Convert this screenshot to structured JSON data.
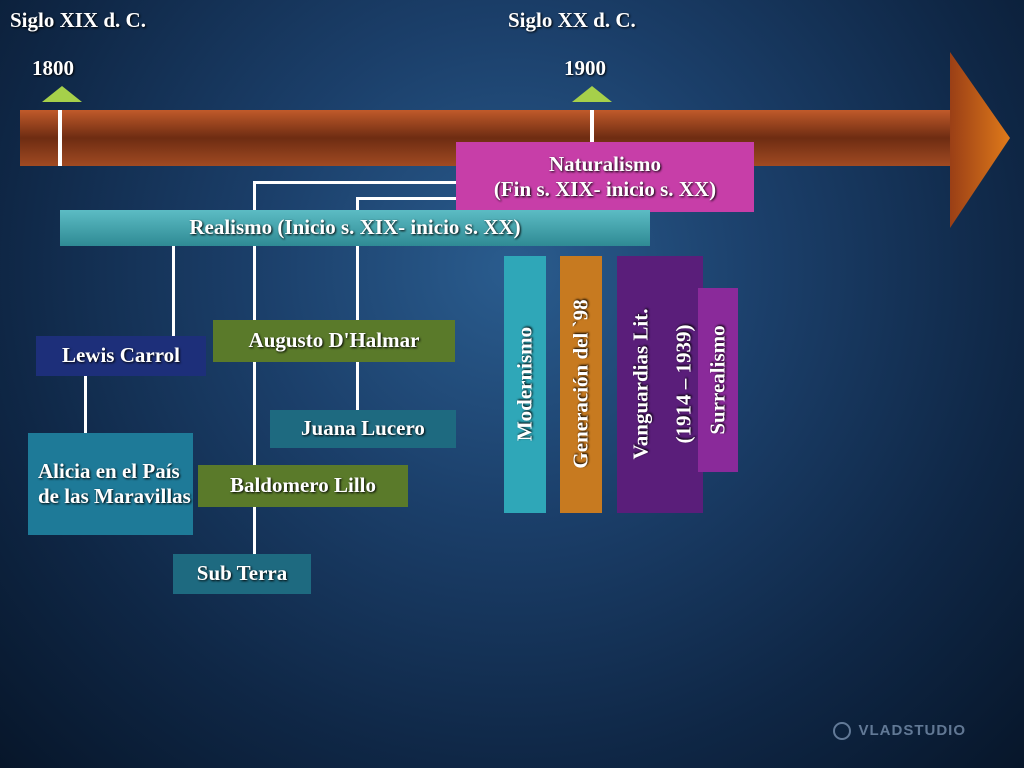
{
  "timeline": {
    "centuries": [
      {
        "label": "Siglo XIX d. C."
      },
      {
        "label": "Siglo XX d. C."
      }
    ],
    "years": [
      {
        "label": "1800"
      },
      {
        "label": "1900"
      }
    ]
  },
  "movements": {
    "naturalismo": {
      "line1": "Naturalismo",
      "line2": "(Fin s. XIX- inicio s. XX)"
    },
    "realismo": "Realismo (Inicio s. XIX- inicio s. XX)",
    "modernismo": "Modernismo",
    "generacion98": "Generación del `98",
    "vanguardias": {
      "line1": "Vanguardias Lit.",
      "line2": "(1914 – 1939)"
    },
    "surrealismo": "Surrealismo"
  },
  "authors": {
    "lewis_carrol": "Lewis Carrol",
    "augusto_dhalmar": "Augusto D'Halmar",
    "juana_lucero": "Juana Lucero",
    "baldomero_lillo": "Baldomero Lillo"
  },
  "works": {
    "alicia": "Alicia en el País de las Maravillas",
    "sub_terra": "Sub Terra"
  },
  "watermark": "VLADSTUDIO",
  "colors": {
    "arrow": "#8a3a1a",
    "naturalismo": "#c73ea8",
    "realismo": "#3fa0a8",
    "author_blue": "#1d2f7a",
    "author_green": "#5a7a2a",
    "teal": "#1e6a80",
    "modernismo": "#2fa7b8",
    "generacion": "#c77a20",
    "vanguardias": "#5a1e7a",
    "surrealismo": "#8a2a9a",
    "marker": "#a6d04a"
  }
}
